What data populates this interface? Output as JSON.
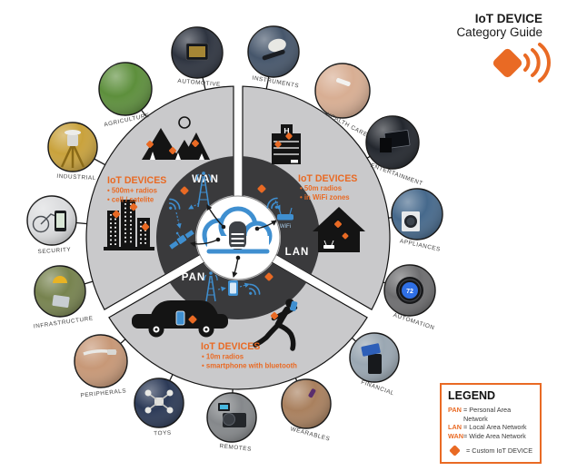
{
  "header": {
    "title_line1": "IoT DEVICE",
    "title_line2": "Category Guide"
  },
  "colors": {
    "accent_orange": "#E96A24",
    "icon_blue": "#3F8FD0",
    "ring_dark": "#3A3A3C",
    "sector_gray": "#C9C9CB"
  },
  "rings": {
    "wan": "WAN",
    "lan": "LAN",
    "pan": "PAN",
    "wifi_label": "WiFi"
  },
  "sectors": {
    "wan": {
      "heading": "IoT DEVICES",
      "bullets": [
        "• 500m+ radios",
        "• cell / satelite"
      ]
    },
    "lan": {
      "heading": "IoT DEVICES",
      "bullets": [
        "• 50m radios",
        "• in WiFi zones"
      ],
      "hospital_sign": "H"
    },
    "pan": {
      "heading": "IoT DEVICES",
      "bullets": [
        "• 10m radios",
        "• smartphone with bluetooth"
      ]
    }
  },
  "categories": [
    {
      "label": "AGRICULTURE",
      "photo_color": "#5D8F3C"
    },
    {
      "label": "AUTOMOTIVE",
      "photo_color": "#2E3440"
    },
    {
      "label": "INSTRUMENTS",
      "photo_color": "#46566B"
    },
    {
      "label": "HEALTH CARE",
      "photo_color": "#D8AE93"
    },
    {
      "label": "ENTERTAINMENT",
      "photo_color": "#23272E"
    },
    {
      "label": "APPLIANCES",
      "photo_color": "#46698C"
    },
    {
      "label": "AUTOMATION",
      "photo_color": "#6E6E70",
      "display_value": "72"
    },
    {
      "label": "FINANCIAL",
      "photo_color": "#9AA7B2"
    },
    {
      "label": "WEARABLES",
      "photo_color": "#A9805E"
    },
    {
      "label": "REMOTES",
      "photo_color": "#85888B"
    },
    {
      "label": "TOYS",
      "photo_color": "#2C3A57"
    },
    {
      "label": "PERIPHERALS",
      "photo_color": "#C79877"
    },
    {
      "label": "INFRASTRUCTURE",
      "photo_color": "#77834F"
    },
    {
      "label": "SECURITY",
      "photo_color": "#DCDDDF"
    },
    {
      "label": "INDUSTRIAL",
      "photo_color": "#C9A23C"
    }
  ],
  "legend": {
    "title": "LEGEND",
    "entries": [
      {
        "abbr": "PAN",
        "desc": "= Personal Area Network"
      },
      {
        "abbr": "LAN",
        "desc": "= Local Area Network"
      },
      {
        "abbr": "WAN",
        "desc": "= Wide Area Network"
      }
    ],
    "custom": "= Custom IoT DEVICE"
  }
}
